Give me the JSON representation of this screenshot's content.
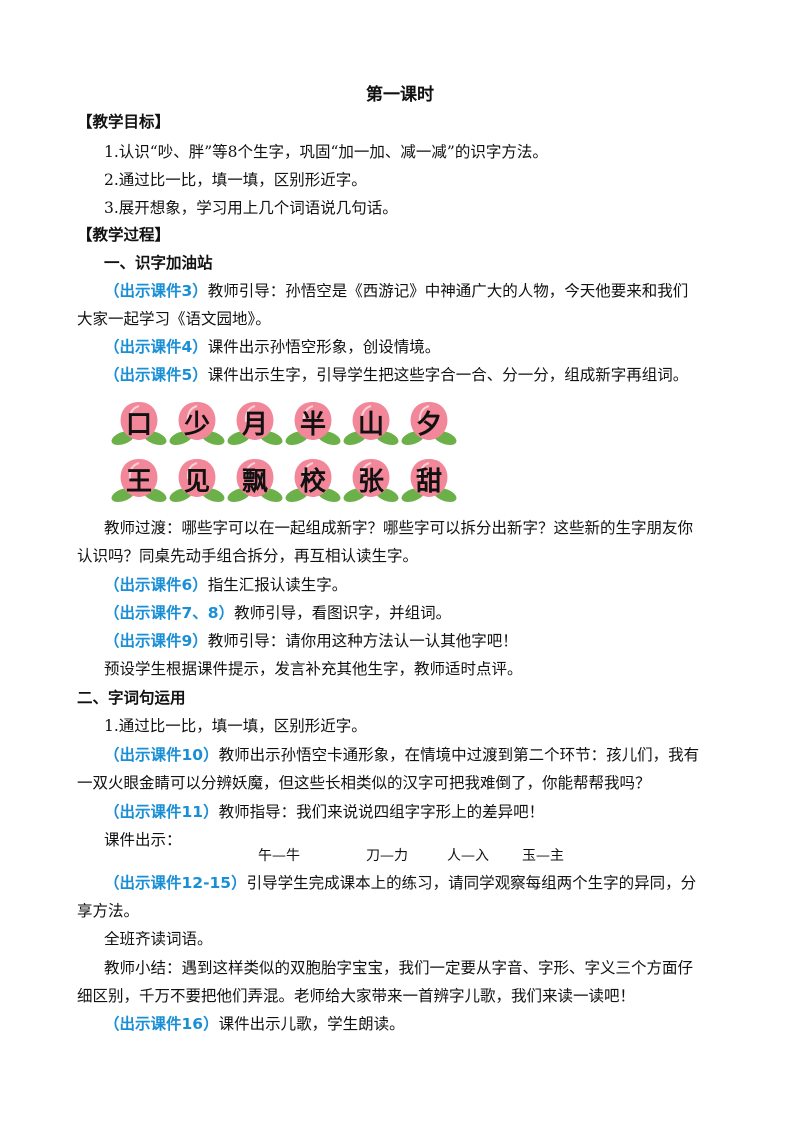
{
  "title": "第一课时",
  "goals": {
    "heading": "【教学目标】",
    "items": [
      "1.认识“吵、胖”等8个生字，巩固“加一加、减一减”的识字方法。",
      "2.通过比一比，填一填，区别形近字。",
      "3.展开想象，学习用上几个词语说几句话。"
    ]
  },
  "process": {
    "heading": "【教学过程】",
    "section1": "一、识字加油站",
    "p1_tag": "（出示课件3）",
    "p1_text": "教师引导：孙悟空是《西游记》中神通广大的人物，今天他要来和我们",
    "p1_cont": "大家一起学习《语文园地》。",
    "p2_tag": "（出示课件4）",
    "p2_text": "课件出示孙悟空形象，创设情境。",
    "p3_tag": "（出示课件5）",
    "p3_text": "课件出示生字，引导学生把这些字合一合、分一分，组成新字再组词。",
    "chars_row1": [
      "口",
      "少",
      "月",
      "半",
      "山",
      "夕"
    ],
    "chars_row2": [
      "王",
      "见",
      "飘",
      "校",
      "张",
      "甜"
    ],
    "p4_text": "教师过渡：哪些字可以在一起组成新字？哪些字可以拆分出新字？这些新的生字朋友你",
    "p4_cont": "认识吗？同桌先动手组合拆分，再互相认读生字。",
    "p5_tag": "（出示课件6）",
    "p5_text": "指生汇报认读生字。",
    "p6_tag": "（出示课件7、8）",
    "p6_text": "教师引导，看图识字，并组词。",
    "p7_tag": "（出示课件9）",
    "p7_text": "教师引导：请你用这种方法认一认其他字吧！",
    "p8_text": "预设学生根据课件提示，发言补充其他生字，教师适时点评。",
    "section2": "二、字词句运用",
    "p9_text": "1.通过比一比，填一填，区别形近字。",
    "p10_tag": "（出示课件10）",
    "p10_text": "教师出示孙悟空卡通形象，在情境中过渡到第二个环节：孩儿们，我有",
    "p10_cont": "一双火眼金睛可以分辨妖魔，但这些长相类似的汉字可把我难倒了，你能帮帮我吗？",
    "p11_tag": "（出示课件11）",
    "p11_text": "教师指导：我们来说说四组字字形上的差异吧！",
    "p12_text": "课件出示：",
    "pairs": [
      "午—牛",
      "刀—力",
      "人—入",
      "玉—主"
    ],
    "p13_tag": "（出示课件12-15）",
    "p13_text": "引导学生完成课本上的练习，请同学观察每组两个生字的异同，分",
    "p13_cont": "享方法。",
    "p14_text": "全班齐读词语。",
    "p15_text": "教师小结：遇到这样类似的双胞胎字宝宝，我们一定要从字音、字形、字义三个方面仔",
    "p15_cont": "细区别，千万不要把他们弄混。老师给大家带来一首辨字儿歌，我们来读一读吧！",
    "p16_tag": "（出示课件16）",
    "p16_text": "课件出示儿歌，学生朗读。"
  },
  "colors": {
    "tag": "#1a8fd6",
    "peach": "#f2879a",
    "leaf": "#6cb04a"
  }
}
